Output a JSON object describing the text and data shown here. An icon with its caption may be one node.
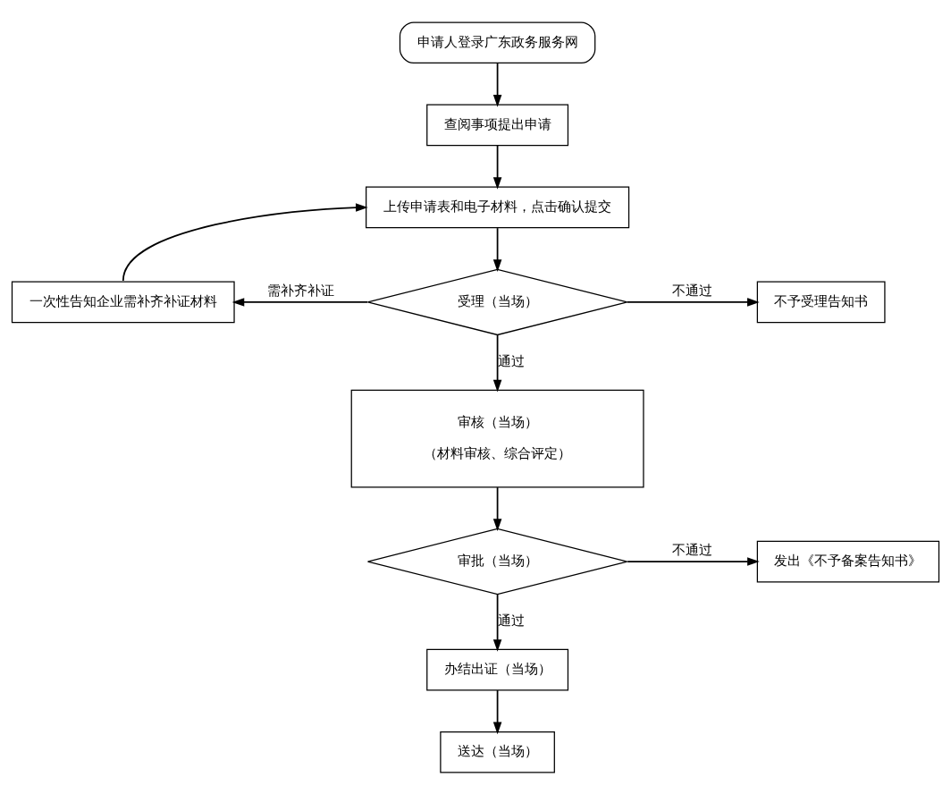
{
  "diagram": {
    "nodes": [
      {
        "text": [
          "申请人登录广东政务服务网"
        ]
      },
      {
        "text": [
          "查阅事项提出申请"
        ]
      },
      {
        "text": [
          "上传申请表和电子材料，点击确认提交"
        ]
      },
      {
        "text": [
          "受理（当场）"
        ]
      },
      {
        "text": [
          "一次性告知企业需补齐补证材料"
        ]
      },
      {
        "text": [
          "不予受理告知书"
        ]
      },
      {
        "text": [
          "审核（当场）",
          "（材料审核、综合评定）"
        ]
      },
      {
        "text": [
          "审批（当场）"
        ]
      },
      {
        "text": [
          "发出《不予备案告知书》"
        ]
      },
      {
        "text": [
          "办结出证（当场）"
        ]
      },
      {
        "text": [
          "送达（当场）"
        ]
      }
    ],
    "edges": [
      {
        "from": 0,
        "to": 1,
        "arrow": "to"
      },
      {
        "from": 1,
        "to": 2,
        "arrow": "to"
      },
      {
        "from": 2,
        "to": 3,
        "arrow": "to"
      },
      {
        "from": 3,
        "to": 4,
        "arrow": "to",
        "label": "需补齐补证"
      },
      {
        "from": 3,
        "to": 5,
        "arrow": "to",
        "label": "不通过"
      },
      {
        "from": 4,
        "to": 2,
        "arrow": "to"
      },
      {
        "from": 3,
        "to": 6,
        "arrow": "to",
        "label": "通过"
      },
      {
        "from": 6,
        "to": 7,
        "arrow": "to"
      },
      {
        "from": 7,
        "to": 8,
        "arrow": "to",
        "label": "不通过"
      },
      {
        "from": 7,
        "to": 9,
        "arrow": "to",
        "label": "通过"
      },
      {
        "from": 9,
        "to": 10,
        "arrow": "to"
      }
    ]
  }
}
